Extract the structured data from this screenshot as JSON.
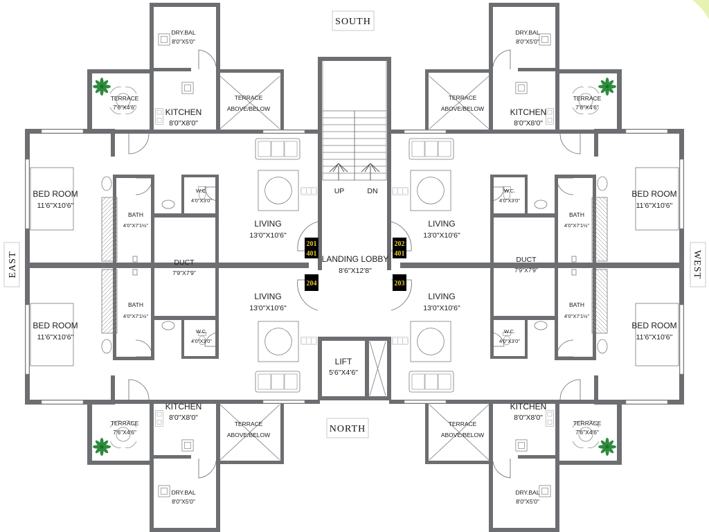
{
  "directions": {
    "south": "SOUTH",
    "north": "NORTH",
    "east": "EAST",
    "west": "WEST"
  },
  "lobby": {
    "name": "LANDING LOBBY",
    "dim": "8'6\"X12'8\""
  },
  "lift": {
    "name": "LIFT",
    "dim": "5'6\"X4'6\""
  },
  "stairs": {
    "up": "UP",
    "dn": "DN"
  },
  "units": {
    "u201": [
      "201",
      "401"
    ],
    "u202": [
      "202",
      "401"
    ],
    "u203": "203",
    "u204": "204"
  },
  "rooms": {
    "bedroom": {
      "name": "BED ROOM",
      "dim": "11'6\"X10'6\""
    },
    "living": {
      "name": "LIVING",
      "dim": "13'0\"X10'6\""
    },
    "kitchen": {
      "name": "KITCHEN",
      "dim": "8'0\"X8'0\""
    },
    "dry_bal": {
      "name": "DRY.BAL",
      "dim": "8'0\"X5'0\""
    },
    "terrace": {
      "name": "TERRACE",
      "dim_tl": "7'6\"X4'6\"",
      "dim_tr": "7'6\"X4'6\"",
      "dim_bl": "7'6\"X4'6\"",
      "dim_br": "7'6\"X4'6\""
    },
    "terrace_ab": {
      "name": "TERRACE",
      "sub": "ABOVE/BELOW"
    },
    "bath": {
      "name": "BATH",
      "dim": "4'0\"X7'1½\""
    },
    "wc": {
      "name": "W.C.",
      "dim": "4'0\"X3'0\""
    },
    "duct": {
      "name": "DUCT",
      "dim": "7'9\"X7'9\""
    }
  },
  "colors": {
    "wall": "#6d6e71",
    "unit_tag_bg": "#000000",
    "unit_tag_text": "#e8c531",
    "plant": "#2e8b3d"
  }
}
